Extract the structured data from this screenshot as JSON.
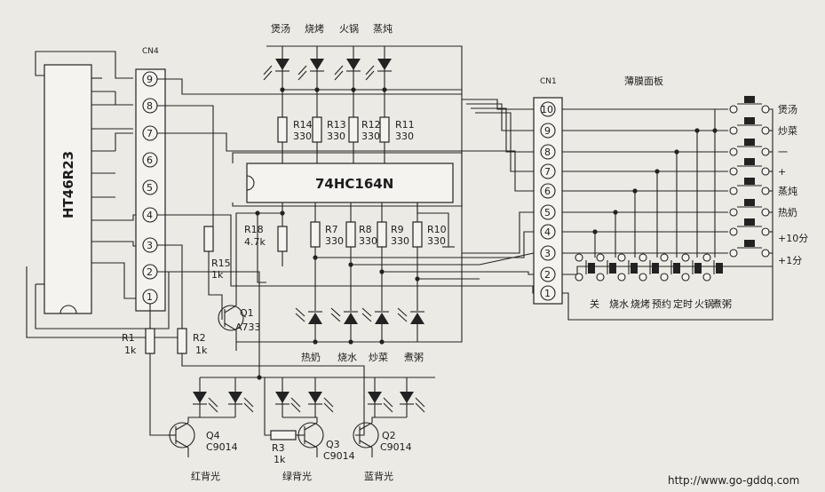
{
  "mcu_label": "HT46R23",
  "connector_left": {
    "label": "CN4",
    "pins": [
      "9",
      "8",
      "7",
      "6",
      "5",
      "4",
      "3",
      "2",
      "1"
    ]
  },
  "connector_right": {
    "label": "CN1",
    "pins": [
      "10",
      "9",
      "8",
      "7",
      "6",
      "5",
      "4",
      "3",
      "2",
      "1"
    ]
  },
  "shift_register": "74HC164N",
  "panel_title": "薄膜面板",
  "top_leds": [
    "煲汤",
    "烧烤",
    "火锅",
    "蒸炖"
  ],
  "top_resistors": [
    {
      "ref": "R14",
      "value": "330"
    },
    {
      "ref": "R13",
      "value": "330"
    },
    {
      "ref": "R12",
      "value": "330"
    },
    {
      "ref": "R11",
      "value": "330"
    }
  ],
  "bottom_resistors": [
    {
      "ref": "R7",
      "value": "330"
    },
    {
      "ref": "R8",
      "value": "330"
    },
    {
      "ref": "R9",
      "value": "330"
    },
    {
      "ref": "R10",
      "value": "330"
    }
  ],
  "bottom_leds": [
    "热奶",
    "烧水",
    "炒菜",
    "煮粥"
  ],
  "r18": {
    "ref": "R18",
    "value": "4.7k"
  },
  "r15": {
    "ref": "R15",
    "value": "1k"
  },
  "q1": {
    "ref": "Q1",
    "model": "A733"
  },
  "r1": {
    "ref": "R1",
    "value": "1k"
  },
  "r2": {
    "ref": "R2",
    "value": "1k"
  },
  "r3": {
    "ref": "R3",
    "value": "1k"
  },
  "q4": {
    "ref": "Q4",
    "model": "C9014",
    "caption": "红背光"
  },
  "q3": {
    "ref": "Q3",
    "model": "C9014",
    "caption": "绿背光"
  },
  "q2": {
    "ref": "Q2",
    "model": "C9014",
    "caption": "蓝背光"
  },
  "right_keys": [
    "煲汤",
    "炒菜",
    "一",
    "+",
    "蒸炖",
    "热奶",
    "+10分",
    "+1分"
  ],
  "bottom_keys": [
    "关",
    "烧水",
    "烧烤",
    "预约",
    "定时",
    "火锅",
    "煮粥"
  ],
  "watermark": "http://www.go-gddq.com"
}
